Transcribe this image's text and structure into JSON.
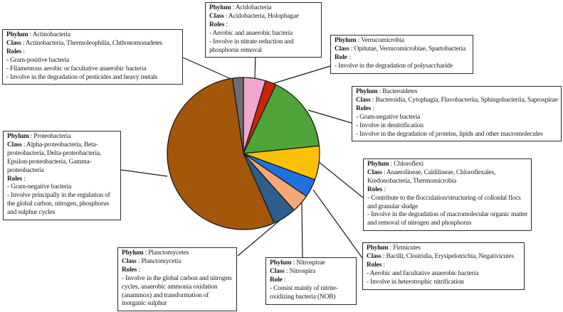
{
  "figure": {
    "background": "#FFFFFF",
    "line_color": "#1A1A1A",
    "sep": " : ",
    "roles_sep": " :"
  },
  "chart_data": {
    "type": "pie",
    "title": "",
    "start_angle_deg": 0,
    "direction": "clockwise",
    "legend": "callout-boxes-connected-by-lines",
    "segments": [
      {
        "id": "acidobacteria",
        "label": "Acidobacteria",
        "value_pct": 4.7,
        "color": "#F0A8CE"
      },
      {
        "id": "verrucomicrobia",
        "label": "Verrucomicrobia",
        "value_pct": 2.3,
        "color": "#CE2409"
      },
      {
        "id": "bacteroidetes",
        "label": "Bacteroidetes",
        "value_pct": 16.4,
        "color": "#4FA437"
      },
      {
        "id": "chloroflexi",
        "label": "Chloroflexi",
        "value_pct": 7.2,
        "color": "#FBC108"
      },
      {
        "id": "firmicutes",
        "label": "Firmicutes",
        "value_pct": 3.9,
        "color": "#1D72E0"
      },
      {
        "id": "nitrospirae",
        "label": "Nitrospirae",
        "value_pct": 3.9,
        "color": "#F5A877"
      },
      {
        "id": "planctomycetes",
        "label": "Planctomycetes",
        "value_pct": 5.0,
        "color": "#2D5E8C"
      },
      {
        "id": "proteobacteria",
        "label": "Proteobacteria",
        "value_pct": 54.3,
        "color": "#A3570B"
      },
      {
        "id": "actinobacteria",
        "label": "Actinobacteria",
        "value_pct": 2.3,
        "color": "#6E6E70"
      }
    ]
  },
  "callouts": [
    {
      "id": "actinobacteria",
      "phylum_label": "Phylum",
      "phylum": "Actinobacteria",
      "class_label": "Class",
      "class_text": "Actinobacteria, Thermoleophilia, Chthonomonadetes",
      "roles_label": "Roles",
      "roles": [
        "- Gram-positive bacteria",
        "- Filamentous aerobic or facultative anaerobic bacteria",
        "- Involve in the degradation of pesticides and heavy metals"
      ]
    },
    {
      "id": "acidobacteria",
      "phylum_label": "Phylum",
      "phylum": "Acidobacteria",
      "class_label": "Class",
      "class_text": "Acidobacteria, Holophagae",
      "roles_label": "Roles",
      "roles": [
        "- Aerobic and anaerobic bacteria",
        "- Involve in nitrate reduction and phosphorus removal"
      ]
    },
    {
      "id": "verrucomicrobia",
      "phylum_label": "Phylum",
      "phylum": "Verrucomicrobia",
      "class_label": "Class",
      "class_text": "Opitutae, Verrucomicrobiae, Spartobacteria",
      "roles_label": "Role",
      "roles": [
        "- Involve in the degradation of polysaccharide"
      ]
    },
    {
      "id": "bacteroidetes",
      "phylum_label": "Phylum",
      "phylum": "Bacteroidetes",
      "class_label": "Class",
      "class_text": "Bacteroidia, Cytophagia, Flavobacteriia, Sphingobacteriia, Saprospirae",
      "roles_label": "Roles",
      "roles": [
        "- Gram-negative bacteria",
        "- Involve in denitrification",
        "- Involve in the degradation of proteins, lipids and other macromolecules"
      ]
    },
    {
      "id": "chloroflexi",
      "phylum_label": "Phylum",
      "phylum": "Chloroflexi",
      "class_label": "Class",
      "class_text": "Anaerolineae, Caldilineae, Chloroflexales, Ktedonobacteria, Thermomicrobia",
      "roles_label": "Roles",
      "roles": [
        "- Contribute to the flocculation/structuring of colloidal flocs and granular sludge",
        "- Involve in the degradation of macromolecular organic matter and removal of nitrogen and phosphorus"
      ]
    },
    {
      "id": "firmicutes",
      "phylum_label": "Phylum",
      "phylum": "Firmicutes",
      "class_label": "Class",
      "class_text": "Bacilli,  Clostridia, Erysipelotrichia, Negativicutes",
      "roles_label": "Roles",
      "roles": [
        "- Aerobic and facultative anaerobic bacteria",
        "- Involve in heterotrophic nitrification"
      ]
    },
    {
      "id": "nitrospirae",
      "phylum_label": "Phylum",
      "phylum": "Nitrospirae",
      "class_label": "Class",
      "class_text": "Nitrospira",
      "roles_label": "Role",
      "roles": [
        "- Consist mainly of nitrite-oxidizing bacteria (NOB)"
      ]
    },
    {
      "id": "planctomycetes",
      "phylum_label": "Phylum",
      "phylum": "Planctomycetes",
      "class_label": "Class",
      "class_text": "Planctomycetia",
      "roles_label": "Roles",
      "roles": [
        "- Involve in the global carbon and nitrogen cycles, anaerobic ammonia oxidation (anammox) and transformation of inorganic sulphur"
      ]
    },
    {
      "id": "proteobacteria",
      "phylum_label": "Phylum",
      "phylum": "Proteobacteria",
      "class_label": "Class",
      "class_text": "Alpha-proteobacteria, Beta-proteobacteria, Delta-proteobacteria, Epsilon-proteobacteria, Gamma-proteobacteria",
      "roles_label": "Roles",
      "roles": [
        "- Gram-negative bacteria",
        "- Involve principally in the regulation of the global carbon, nitrogen, phosphorus and sulphur cycles"
      ]
    }
  ]
}
